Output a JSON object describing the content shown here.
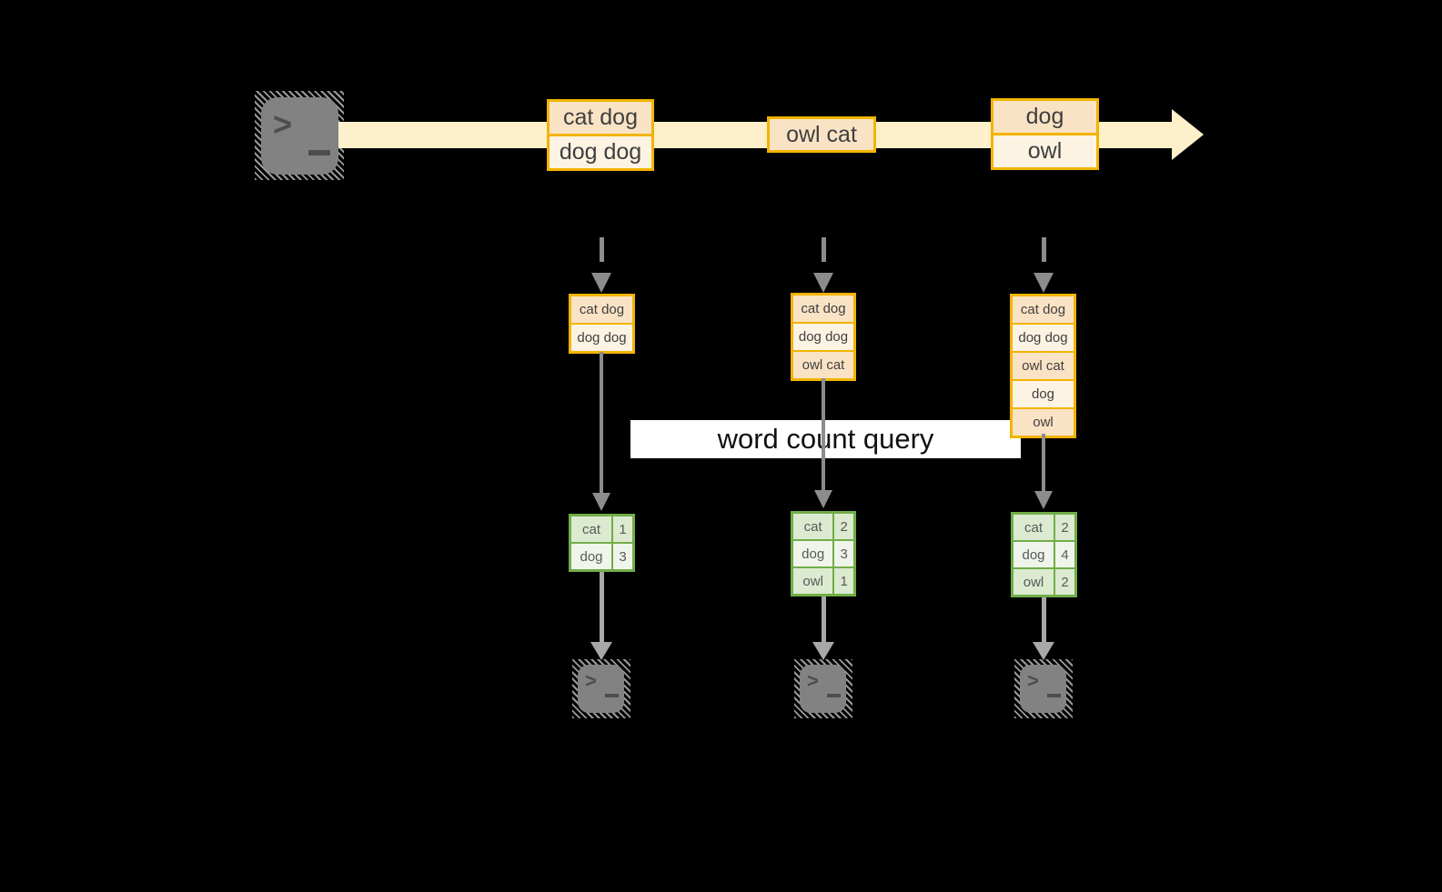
{
  "query_label": "word count query",
  "stream": {
    "batches": [
      {
        "records": [
          "cat dog",
          "dog dog"
        ]
      },
      {
        "records": [
          "owl cat"
        ]
      },
      {
        "records": [
          "dog",
          "owl"
        ]
      }
    ]
  },
  "columns": [
    {
      "state": [
        "cat dog",
        "dog dog"
      ],
      "counts": [
        {
          "word": "cat",
          "count": 1
        },
        {
          "word": "dog",
          "count": 3
        }
      ]
    },
    {
      "state": [
        "cat dog",
        "dog dog",
        "owl cat"
      ],
      "counts": [
        {
          "word": "cat",
          "count": 2
        },
        {
          "word": "dog",
          "count": 3
        },
        {
          "word": "owl",
          "count": 1
        }
      ]
    },
    {
      "state": [
        "cat dog",
        "dog dog",
        "owl cat",
        "dog",
        "owl"
      ],
      "counts": [
        {
          "word": "cat",
          "count": 2
        },
        {
          "word": "dog",
          "count": 4
        },
        {
          "word": "owl",
          "count": 2
        }
      ]
    }
  ],
  "icons": {
    "source": "terminal-icon",
    "sinks": [
      "terminal-icon",
      "terminal-icon",
      "terminal-icon"
    ]
  },
  "colors": {
    "background": "#000000",
    "stream_band": "#fdf0cb",
    "accent_gold": "#f2b400",
    "fill_peach": "#fae3c5",
    "fill_cream": "#fdf3e3",
    "green_border": "#71ad49",
    "green_row_dark": "#dcead0",
    "green_row_light": "#eff5ea",
    "arrow_gray": "#8c8c8c",
    "arrow_light_gray": "#a8a8a8",
    "terminal_gray": "#828282",
    "query_bg": "#ffffff"
  }
}
